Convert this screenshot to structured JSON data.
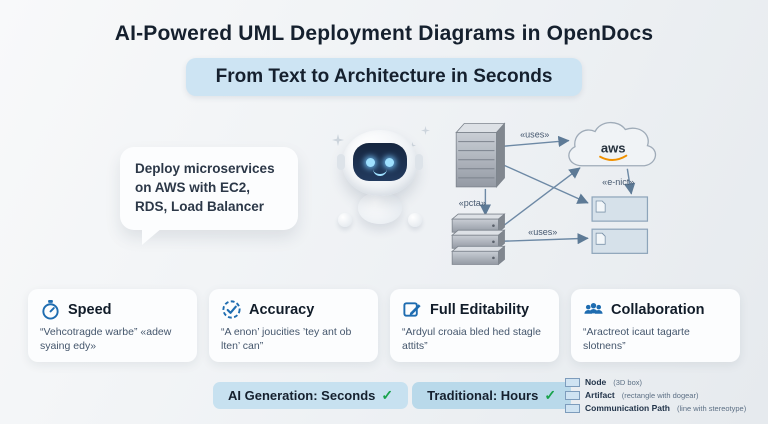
{
  "title": "AI-Powered UML Deployment Diagrams in OpenDocs",
  "subtitle": "From Text to Architecture in Seconds",
  "prompt_bubble": {
    "text": "Deploy microservices on AWS with EC2, RDS, Load Balancer"
  },
  "diagram": {
    "cloud_label": "aws",
    "labels": {
      "uses_top": "«uses»",
      "proto": "«pcta»",
      "uses_bottom": "«uses»",
      "connect": "«e-nict»"
    }
  },
  "features": [
    {
      "title": "Speed",
      "description": "“Vehcotragde warbe” «adew syaing edy»"
    },
    {
      "title": "Accuracy",
      "description": "“A enon’ joucities ’tey ant ob lten’ can”"
    },
    {
      "title": "Full Editability",
      "description": "“Ardyul croaia bled hed stagle attits”"
    },
    {
      "title": "Collaboration",
      "description": "“Aractreot icaut tagarte slotnens”"
    }
  ],
  "comparison": {
    "ai_label": "AI Generation: Seconds",
    "traditional_label": "Traditional: Hours",
    "check": "✓"
  },
  "legend": [
    {
      "term": "Node",
      "desc": "(3D box)"
    },
    {
      "term": "Artifact",
      "desc": "(rectangle with dogear)"
    },
    {
      "term": "Communication Path",
      "desc": "(line with stereotype)"
    }
  ],
  "colors": {
    "accent_blue": "#cde4f3",
    "icon_blue": "#1e6cb0",
    "check_green": "#17a24b",
    "aws_orange": "#f19100"
  }
}
